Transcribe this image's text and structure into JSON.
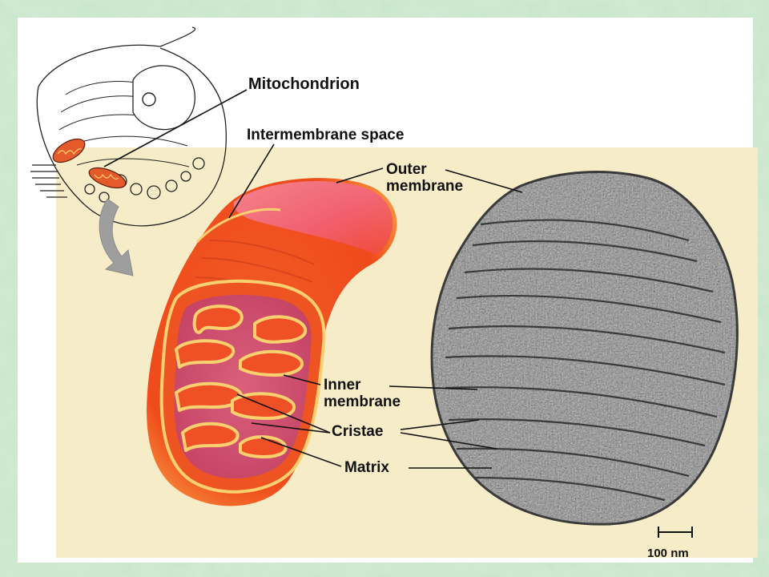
{
  "labels": {
    "title": "Mitochondrion",
    "intermembrane_space": "Intermembrane space",
    "outer_membrane": [
      "Outer",
      "membrane"
    ],
    "inner_membrane": [
      "Inner",
      "membrane"
    ],
    "cristae": "Cristae",
    "matrix": "Matrix",
    "scale_bar": "100 nm"
  },
  "colors": {
    "frame": "#bfe0c4",
    "panel": "#ffffff",
    "diagram_background": "#f7ecc8",
    "organelle_body": "#f04a1e",
    "membrane_line": "#f8d070",
    "micrograph": "#8c8c8c"
  },
  "icons": {
    "arrow": "curved-arrow-icon",
    "cell": "cell-sketch-icon"
  }
}
